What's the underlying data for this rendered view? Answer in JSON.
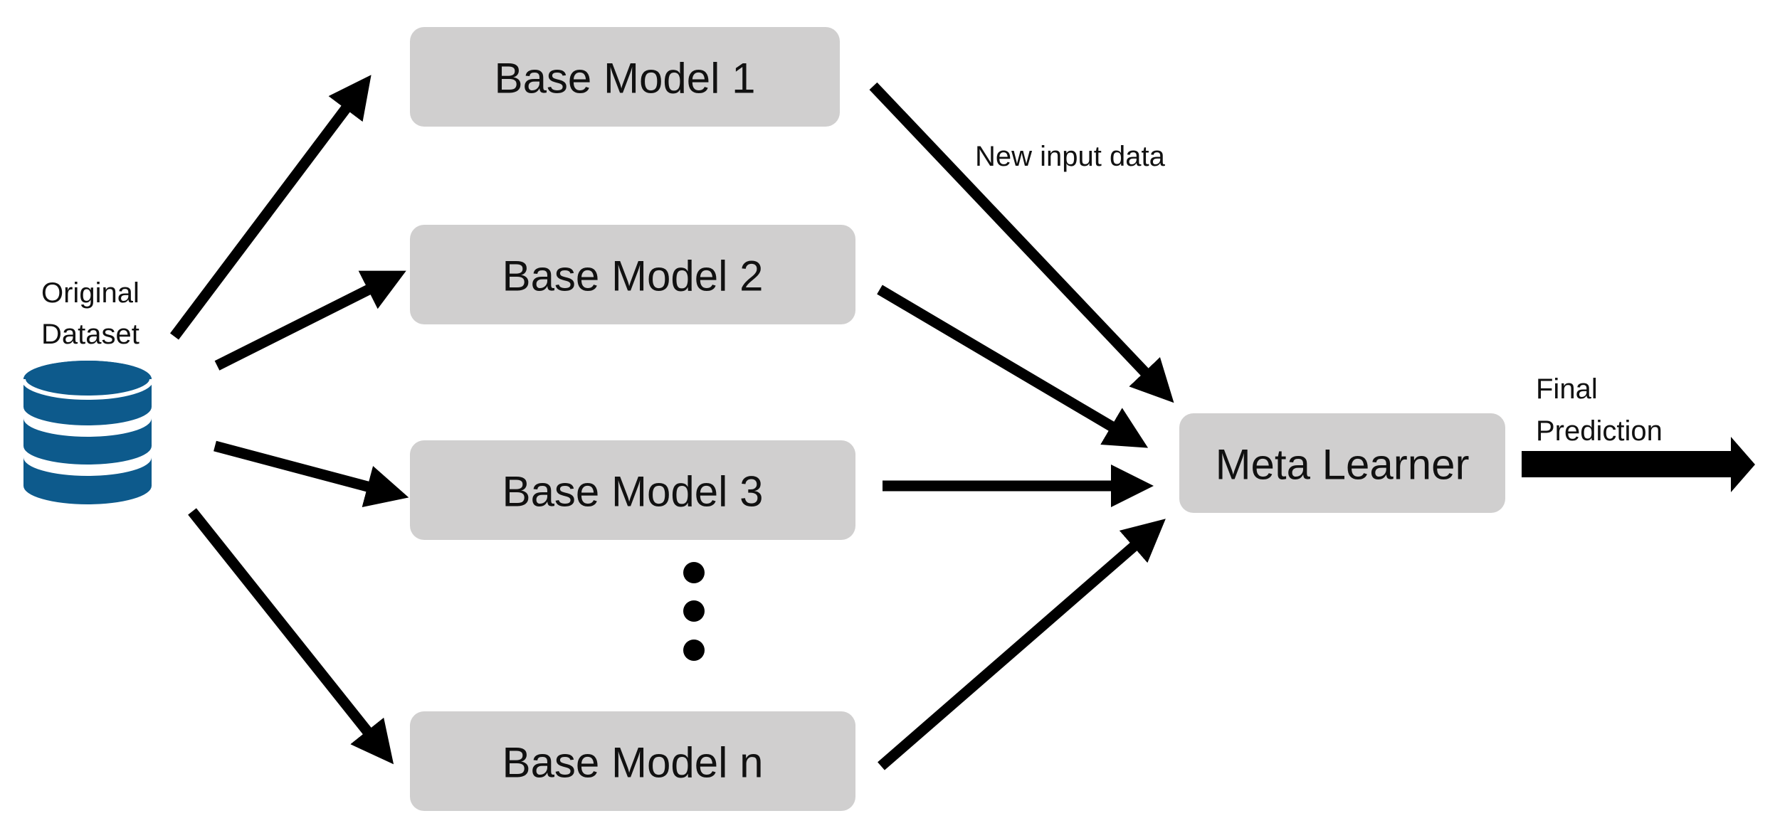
{
  "diagram": {
    "dataset": {
      "label_line1": "Original",
      "label_line2": "Dataset",
      "icon": "database-icon",
      "icon_color": "#0d5a8c"
    },
    "base_models": [
      {
        "label": "Base Model 1"
      },
      {
        "label": "Base Model 2"
      },
      {
        "label": "Base Model 3"
      },
      {
        "label": "Base Model n"
      }
    ],
    "ellipsis_icon": "vertical-ellipsis-icon",
    "meta_learner": {
      "label": "Meta Learner"
    },
    "edge_labels": {
      "new_input_data": "New input data"
    },
    "output": {
      "label_line1": "Final",
      "label_line2": "Prediction"
    },
    "colors": {
      "box_fill": "#d0cfcf",
      "arrow": "#000000",
      "text": "#111111"
    }
  }
}
